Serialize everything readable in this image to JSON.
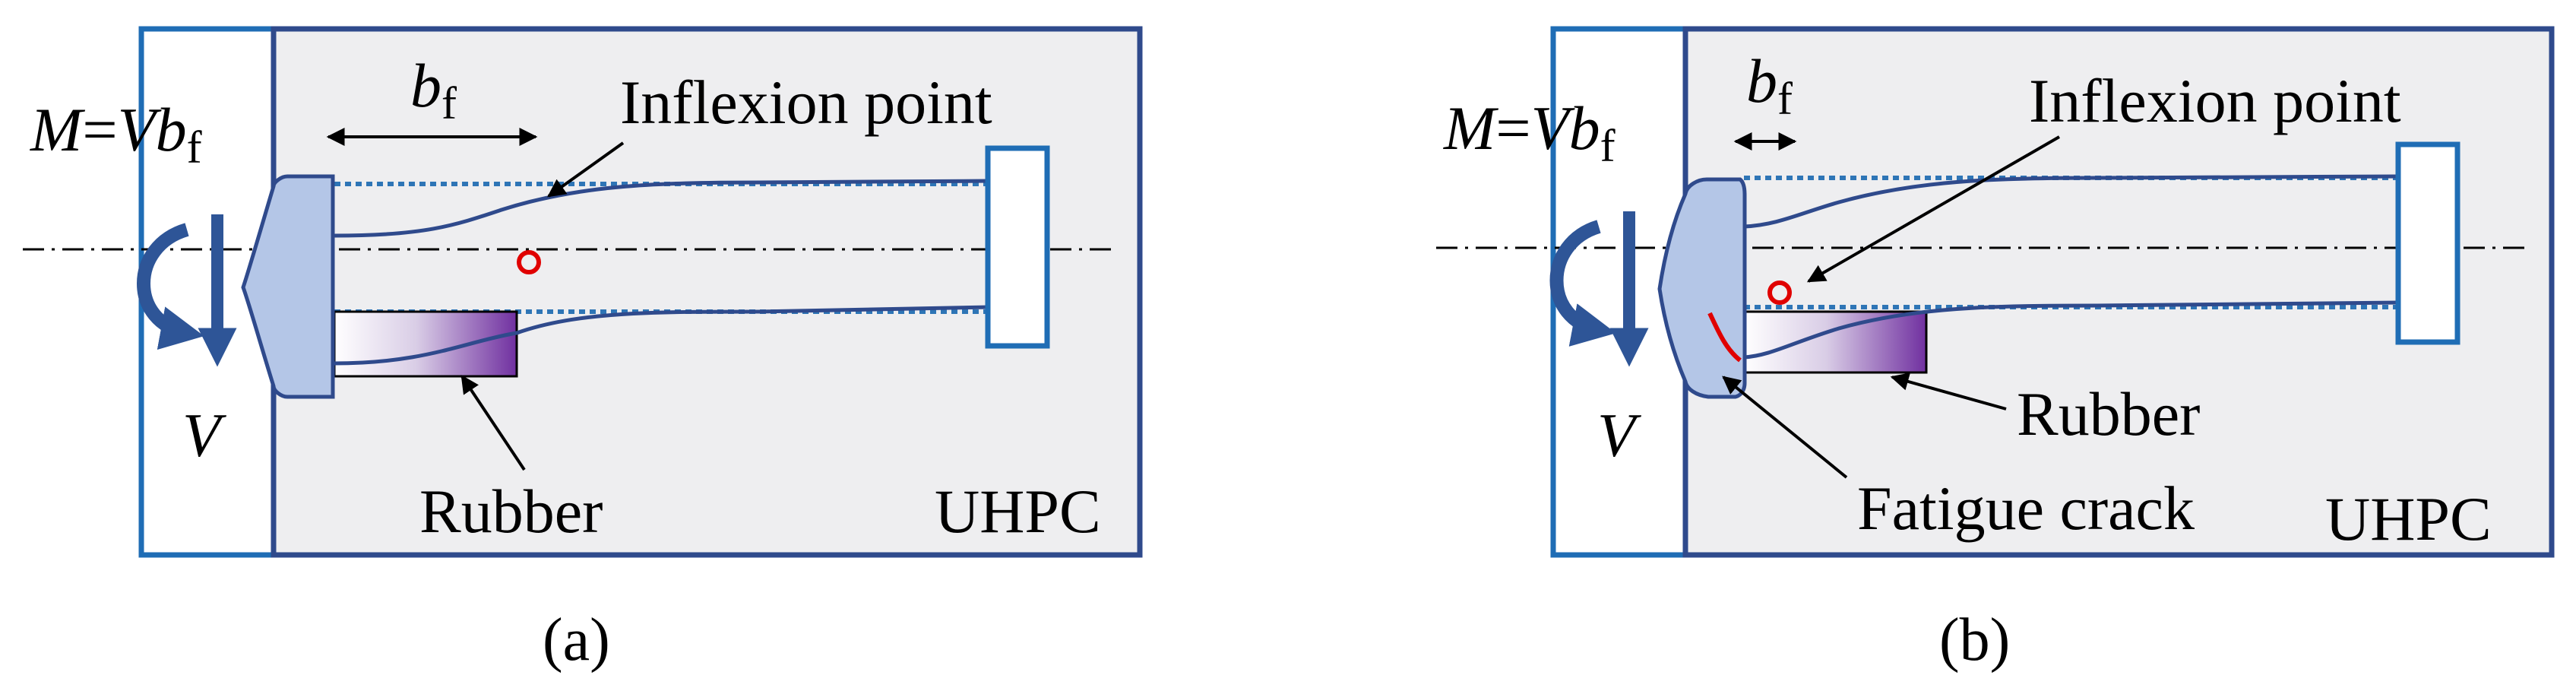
{
  "colors": {
    "frame": "#1F6DB5",
    "concrete_fill": "#EEEEF0",
    "stud_line": "#2F4A8C",
    "head_fill": "#B4C6E7",
    "rubber_light": "#FFFFFF",
    "rubber_dark": "#7030A0",
    "inflexion_marker": "#E00000",
    "crack": "#E00000",
    "load_arrow": "#2E5597",
    "dashed_edge": "#2E75B6"
  },
  "panel_a": {
    "moment_M": "M",
    "moment_eq": "=",
    "moment_V": "V",
    "moment_b": "b",
    "moment_sub": "f",
    "shear_label": "V",
    "bf_b": "b",
    "bf_sub": "f",
    "inflexion_label": "Inflexion  point",
    "rubber_label": "Rubber",
    "material_label": "UHPC",
    "caption": "(a)"
  },
  "panel_b": {
    "moment_M": "M",
    "moment_eq": "=",
    "moment_V": "V",
    "moment_b": "b",
    "moment_sub": "f",
    "shear_label": "V",
    "bf_b": "b",
    "bf_sub": "f",
    "inflexion_label": "Inflexion  point",
    "rubber_label": "Rubber",
    "crack_label": "Fatigue crack",
    "material_label": "UHPC",
    "caption": "(b)"
  }
}
